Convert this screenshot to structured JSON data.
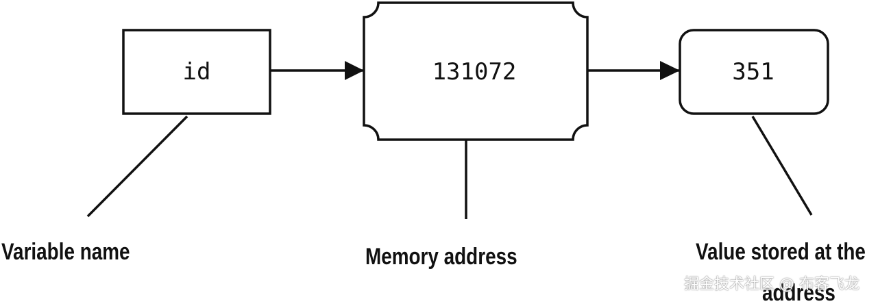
{
  "diagram": {
    "nodes": [
      {
        "id": "variable",
        "text": "id",
        "shape": "rectangle"
      },
      {
        "id": "address",
        "text": "131072",
        "shape": "ticket"
      },
      {
        "id": "value",
        "text": "351",
        "shape": "rounded-rectangle"
      }
    ],
    "edges": [
      {
        "from": "variable",
        "to": "address",
        "arrow": "filled-triangle"
      },
      {
        "from": "address",
        "to": "value",
        "arrow": "filled-triangle"
      }
    ],
    "captions": {
      "variable": "Variable name",
      "address": "Memory address",
      "value_line1": "Value stored at the",
      "value_line2": "address"
    },
    "colors": {
      "stroke": "#111111",
      "background": "#ffffff"
    }
  },
  "watermark": "掘金技术社区 @ 布客飞龙"
}
